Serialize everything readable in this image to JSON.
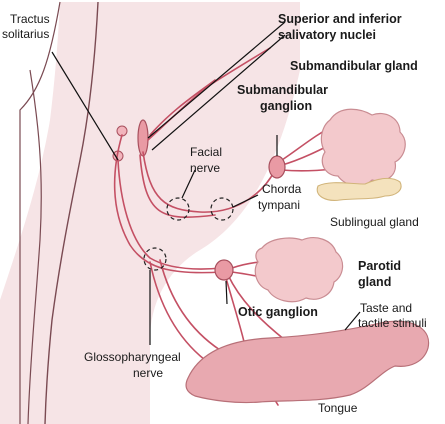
{
  "labels": {
    "tractus_line1": "Tractus",
    "tractus_line2": "solitarius",
    "salivatory_line1": "Superior and inferior",
    "salivatory_line2": "salivatory nuclei",
    "submandibular_gland": "Submandibular gland",
    "submandibular_ganglion_line1": "Submandibular",
    "submandibular_ganglion_line2": "ganglion",
    "facial_nerve_line1": "Facial",
    "facial_nerve_line2": "nerve",
    "chorda_tympani_line1": "Chorda",
    "chorda_tympani_line2": "tympani",
    "sublingual_gland": "Sublingual gland",
    "parotid_gland_line1": "Parotid",
    "parotid_gland_line2": "gland",
    "otic_ganglion": "Otic ganglion",
    "taste_line1": "Taste and",
    "taste_line2": "tactile stimuli",
    "glossopharyngeal_line1": "Glossopharyngeal",
    "glossopharyngeal_line2": "nerve",
    "tongue": "Tongue"
  },
  "colors": {
    "brainstem_fill": "#f6e4e6",
    "brainstem_outline": "#7a4a52",
    "nerve": "#c45064",
    "gland_fill": "#f3c9cc",
    "gland_outline": "#c98c92",
    "sublingual_fill": "#f4e2bd",
    "ganglion_fill": "#e99aa4",
    "tongue_fill": "#e8a9b0"
  }
}
